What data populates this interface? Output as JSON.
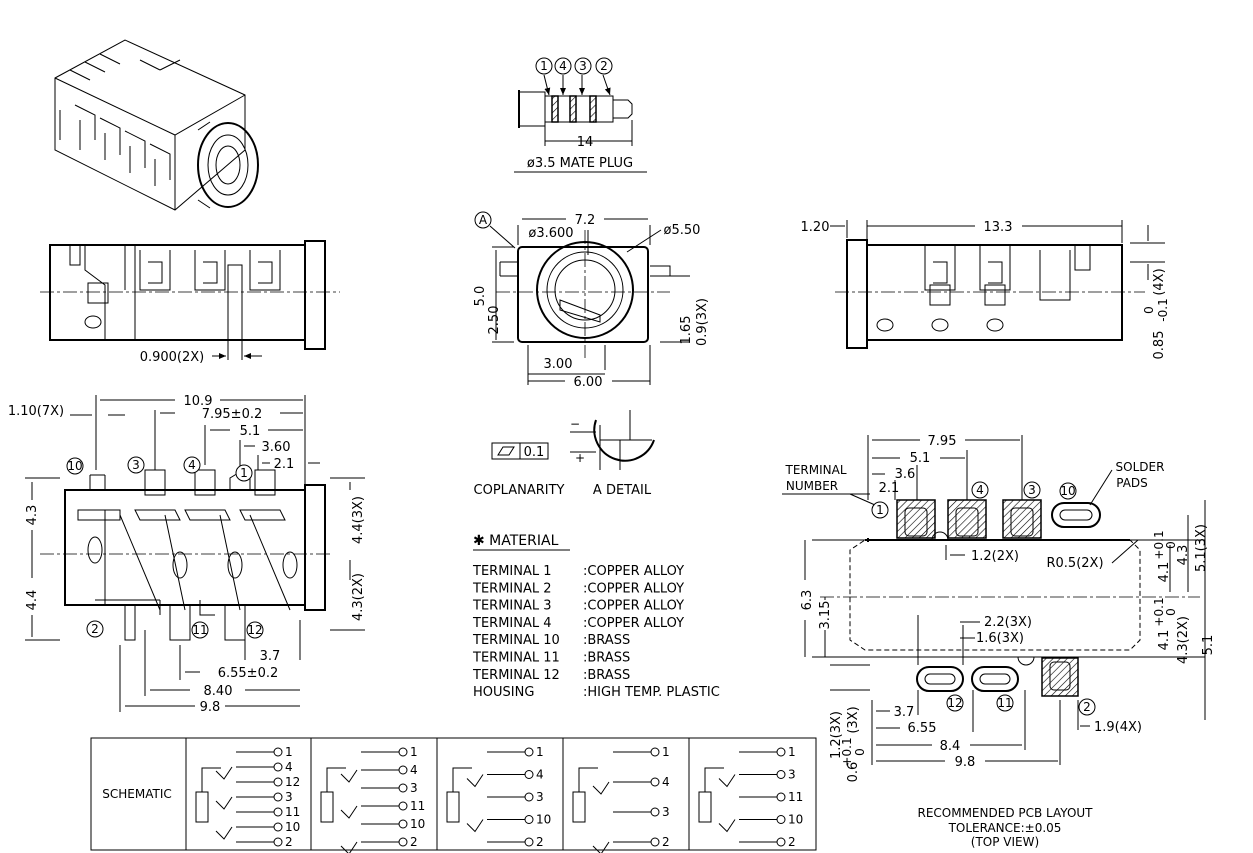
{
  "plug": {
    "terminals": [
      "1",
      "4",
      "3",
      "2"
    ],
    "length": "14",
    "caption": "ø3.5 MATE PLUG"
  },
  "front": {
    "marker": "A",
    "width": "7.2",
    "inner_dia": "ø3.600",
    "outer_dia": "ø5.50",
    "height": "5.0",
    "half_height": "2.50",
    "pin_height": "1.65",
    "pin_thick": "0.9(3X)",
    "half_width": "3.00",
    "full_width": "6.00"
  },
  "side_left": {
    "pitch": "0.900(2X)"
  },
  "side_right": {
    "flange": "1.20",
    "length": "13.3",
    "pin_dim": "0.85",
    "pin_tol_upper": "0",
    "pin_tol_lower": "-0.1",
    "pin_count": "(4X)"
  },
  "top": {
    "dims": [
      "1.10(7X)",
      "10.9",
      "7.95±0.2",
      "5.1",
      "3.60",
      "2.1",
      "4.3",
      "4.4",
      "4.4(3X)",
      "4.3(2X)",
      "3.7",
      "6.55±0.2",
      "8.40",
      "9.8"
    ],
    "terminals": [
      "10",
      "3",
      "4",
      "1",
      "2",
      "11",
      "12"
    ]
  },
  "coplanarity": {
    "value": "0.1",
    "label": "COPLANARITY",
    "detail": "A DETAIL"
  },
  "material": {
    "title": "✱ MATERIAL",
    "rows": [
      {
        "part": "TERMINAL  1",
        "mat": ":COPPER  ALLOY"
      },
      {
        "part": "TERMINAL  2",
        "mat": ":COPPER  ALLOY"
      },
      {
        "part": "TERMINAL  3",
        "mat": ":COPPER  ALLOY"
      },
      {
        "part": "TERMINAL  4",
        "mat": ":COPPER  ALLOY"
      },
      {
        "part": "TERMINAL  10",
        "mat": ":BRASS"
      },
      {
        "part": "TERMINAL  11",
        "mat": ":BRASS"
      },
      {
        "part": "TERMINAL  12",
        "mat": ":BRASS"
      },
      {
        "part": "HOUSING",
        "mat": ":HIGH  TEMP.  PLASTIC"
      }
    ]
  },
  "pcb": {
    "dims_top": [
      "7.95",
      "5.1",
      "3.6",
      "2.1"
    ],
    "terminal_label": [
      "TERMINAL",
      "NUMBER"
    ],
    "solder_label": [
      "SOLDER",
      "PADS"
    ],
    "pad_terms": [
      "1",
      "4",
      "3",
      "10",
      "12",
      "11",
      "2"
    ],
    "inner": [
      "1.2(2X)",
      "R0.5(2X)",
      "2.2(3X)",
      "1.6(3X)"
    ],
    "height": "6.3",
    "sub_height": "3.15",
    "right_dims": [
      "4.1",
      "+0.1",
      "0",
      "4.3",
      "5.1(3X)",
      "4.1",
      "+0.1",
      "0",
      "4.3(2X)",
      "5.1"
    ],
    "left_dims": [
      "1.2(3X)",
      "0.6",
      "+0.1",
      "0",
      "(3X)"
    ],
    "bottom_dims": [
      "3.7",
      "6.55",
      "8.4",
      "9.8",
      "1.9(4X)"
    ],
    "caption": [
      "RECOMMENDED  PCB  LAYOUT",
      "TOLERANCE:±0.05",
      "(TOP  VIEW)"
    ]
  },
  "schematic": {
    "label": "SCHEMATIC",
    "cells": [
      [
        "1",
        "4",
        "12",
        "3",
        "11",
        "10",
        "2"
      ],
      [
        "1",
        "4",
        "3",
        "11",
        "10",
        "2"
      ],
      [
        "1",
        "4",
        "3",
        "10",
        "2"
      ],
      [
        "1",
        "4",
        "3",
        "2"
      ],
      [
        "1",
        "3",
        "11",
        "10",
        "2"
      ]
    ]
  }
}
